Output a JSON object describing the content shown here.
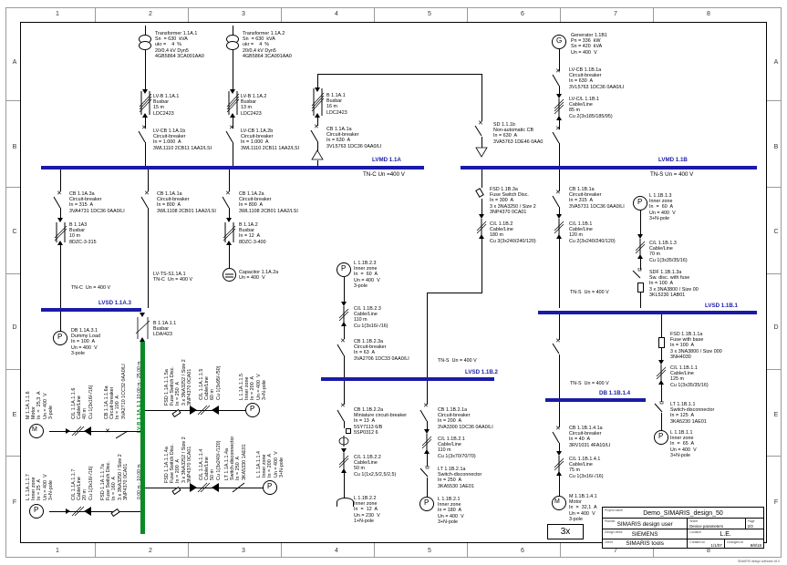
{
  "sheet": {
    "grid_columns": [
      "1",
      "2",
      "3",
      "4",
      "5",
      "6",
      "7",
      "8"
    ],
    "grid_rows": [
      "A",
      "B",
      "C",
      "D",
      "E",
      "F"
    ],
    "footnote": "SIMARIS design software v5.0"
  },
  "title_block": {
    "project_caption": "Project name",
    "project_value": "Demo_SIMARIS_design_50",
    "planner_caption": "Planner",
    "planner_value": "SIMARIS design user",
    "sheet_caption": "Sheet",
    "sheet_value": "Device parameters",
    "page_caption": "Page",
    "page_value": "2/3",
    "designoffice_caption": "Design office",
    "designoffice_value": "SIEMENS",
    "location_caption": "Location",
    "location_value": "L.E.",
    "client_caption": "Client",
    "client_value": "SIMARIS tools",
    "created_caption": "Created on",
    "created_value": "1/1/07",
    "changed_caption": "Changed on",
    "changed_value": "8/8/18",
    "multiplier": "3x"
  },
  "busbars": [
    {
      "name": "LVMD 1.1A",
      "system": "TN-C  Un =400 V",
      "color": "#1a1aa8"
    },
    {
      "name": "LVMD 1.1B",
      "system": "TN-S  Un = 400 V",
      "color": "#1a1aa8"
    },
    {
      "name": "LVSD 1.1A.3",
      "system": "",
      "color": "#1a1aa8"
    },
    {
      "name": "LVSD 1.1B.2",
      "system": "",
      "color": "#1a1aa8"
    },
    {
      "name": "LVSD 1.1B.1",
      "system": "",
      "color": "#1a1aa8"
    },
    {
      "name": "DB 1.1B.1.4",
      "system": "",
      "color": "#1a1aa8"
    },
    {
      "name": "LV-B 1.1A.1.1",
      "system": "",
      "color": "#0a8a27"
    }
  ],
  "system_labels": [
    {
      "text": "TN-C  Un = 400 V"
    },
    {
      "text": "LV-TS-S1.1A.1\nTN-C  Un = 400 V"
    },
    {
      "text": "TN-S  Un = 400 V"
    },
    {
      "text": "TN-S  Un = 400 V"
    },
    {
      "text": "TN-S  Un = 400 V"
    }
  ],
  "components": [
    {
      "id": "t1",
      "label": "Transformer 1.1A.1\nSn  = 630  kVA\nukr =    4  %\n20/0,4 kV Dyn5\n4GB5864 3CA001AA0"
    },
    {
      "id": "t2",
      "label": "Transformer 1.1A.2\nSn  = 630  kVA\nukr =    4  %\n20/0,4 kV Dyn5\n4GB5864 3CA001AA0"
    },
    {
      "id": "gen",
      "label": "Generator 1.1B1\nPn = 336  kW\nSn = 420  kVA\nUn = 400  V"
    },
    {
      "id": "lvb1",
      "label": "LV-B 1.1A.1\nBusbar\n15 m\nLDC2423"
    },
    {
      "id": "lvb2",
      "label": "LV-B 1.1A.2\nBusbar\n13 m\nLDC2423"
    },
    {
      "id": "b1a1",
      "label": "B 1.1A.1\nBusbar\n16 m\nLDC2423"
    },
    {
      "id": "cbgen",
      "label": "LV-CB 1.1B.1a\nCircuit-breaker\nIn = 630  A\n3VL5763 1DC36 0AA0/LI"
    },
    {
      "id": "lvcb1",
      "label": "LV-CB 1.1A.1b\nCircuit-breaker\nIn = 1.000  A\n3WL1110 2CB11 1AA2/LSI"
    },
    {
      "id": "lvcb2",
      "label": "LV-CB 1.1A.2b\nCircuit-breaker\nIn = 1.000  A\n3WL1110 2CB11 1AA2/LSI"
    },
    {
      "id": "cb1a1a",
      "label": "CB 1.1A.1a\nCircuit-breaker\nIn = 630  A\n3VL5763 1DC36 0AA0/LI"
    },
    {
      "id": "sd11b",
      "label": "SD 1.1.1b\nNon-automatic CB\nIn = 630  A\n3VA5763 1DE46 0AA0"
    },
    {
      "id": "cl11b1",
      "label": "LV-C/L 1.1B.1\nCable/Line\n85 m\nCu 2(3x185/185/95)"
    },
    {
      "id": "cb1a3a",
      "label": "CB 1.1A.3a\nCircuit-breaker\nIn = 315  A\n3VA4731 1DC36 0AA0/LI"
    },
    {
      "id": "cb1a1a2",
      "label": "CB 1.1A.1a\nCircuit-breaker\nIn = 800  A\n3WL1108 2CB01 1AA2/LSI"
    },
    {
      "id": "cb1a2a",
      "label": "CB 1.1A.2a\nCircuit-breaker\nIn = 800  A\n3WL1108 2CB01 1AA2/LSI"
    },
    {
      "id": "fsd1b3a",
      "label": "FSD 1.1B.3a\nFuse Switch Disc.\nIn = 300  A\n3 x 3NA3250 / Size 2\n3NP4370 0CA01"
    },
    {
      "id": "cb1b1a",
      "label": "CB 1.1B.1a\nCircuit-breaker\nIn = 315  A\n3VA5731 1DC36 0AA0/LI"
    },
    {
      "id": "l1b13",
      "label": "L 1.1B.1.3\nInner zone\nIn  =  60  A\nUn = 400  V\n3+N-pole"
    },
    {
      "id": "b1a3",
      "label": "B 1.1A3\nBusbar\n10 m\n8DZC-3-315"
    },
    {
      "id": "b1a2",
      "label": "B 1.1A.2\nBusbar\nIn = 12  A\n8DZC-3-400"
    },
    {
      "id": "cl1b2",
      "label": "C/L 1.1B.2\nCable/Line\n180 m\nCu 3(3x240/240/120)"
    },
    {
      "id": "cl1b1b",
      "label": "C/L 1.1B.1\nCable/Line\n120 m\nCu 2(3x240/240/120)"
    },
    {
      "id": "cl1b13",
      "label": "C/L 1.1B.1.3\nCable/Line\n70 m\nCu 1(3x35/35/16)"
    },
    {
      "id": "sdf1b13a",
      "label": "SDF 1.1B.1.3a\nSw. disc. with fuse\nIn = 100  A\n3 x 3NA3800 / Size 00\n3KL5230 1AB01"
    },
    {
      "id": "cap",
      "label": "Capacitor 1.1A.2a\nUn = 400  V"
    },
    {
      "id": "dummy",
      "label": "DB 1.1A.3.1\nDummy Load\nIn = 100  A\nUn = 400  V\n3-pole"
    },
    {
      "id": "b1a11",
      "label": "B 1.1A.1.1\nBusbar\nLDA/423"
    },
    {
      "id": "l1b23",
      "label": "L 1.1B.2.3\nInner zone\nIn  =  60  A\nUn = 400  V\n3-pole"
    },
    {
      "id": "cl1b23",
      "label": "C/L 1.1B.2.3\nCable/Line\n110 m\nCu 1(3x16/-/16)"
    },
    {
      "id": "cb1b23a",
      "label": "CB 1.1B.2.3a\nCircuit-breaker\nIn = 63  A\n3VA2706 1DC33 0AA0/LI"
    },
    {
      "id": "cb1b22a",
      "label": "CB 1.1B.2.2a\nMiniature circuit-breaker\nIn = 13  A\n5SY7113 6/B\n5SP0312 6"
    },
    {
      "id": "cl1b22",
      "label": "C/L 1.1B.2.2\nCable/Line\n50 m\nCu 1(1x2,5/2,5/2,5)"
    },
    {
      "id": "l1b22",
      "label": "L 1.1B.2.2\nInner zone\nIn  =  12  A\nUn = 230  V\n1+N-pole"
    },
    {
      "id": "cb1b21a",
      "label": "CB 1.1B.2.1a\nCircuit-breaker\nIn = 200  A\n3VA3300 1DC36 0AA0/LI"
    },
    {
      "id": "cl1b21",
      "label": "C/L 1.1B.2.1\nCable/Line\n110 m\nCu 1(3x70/70/70)"
    },
    {
      "id": "lt1b21a",
      "label": "LT 1.1B.2.1a\nSwitch-disconnector\nIn = 250  A\n3KA5530 1AE01"
    },
    {
      "id": "l1b21",
      "label": "L 1.1B.2.1\nInner zone\nIn = 180  A\nUn = 400  V\n3+N-pole"
    },
    {
      "id": "fsd1b11a",
      "label": "FSD 1.1B.1.1a\nFuse with base\nIn = 100  A\n3 x 3NA3800 / Size 000\n3NH4030"
    },
    {
      "id": "cl1b11",
      "label": "C/L 1.1B.1.1\nCable/Line\n125 m\nCu 1(3x35/35/16)"
    },
    {
      "id": "lt1b11a",
      "label": "LT 1.1B.1.1\nSwitch-disconnector\nIn = 125  A\n3KA5230 1AE01"
    },
    {
      "id": "l1b11",
      "label": "L 1.1B.1.1\nInner zone\nIn  =  65  A\nUn = 400  V\n3+N-pole"
    },
    {
      "id": "cb1b141a",
      "label": "CB 1.1B.1.4.1a\nCircuit-breaker\nIn = 40  A\n3RV1031 4FA10/LI"
    },
    {
      "id": "cl1b141",
      "label": "C/L 1.1B.1.4.1\nCable/Line\n75 m\nCu 1(3x16/-/16)"
    },
    {
      "id": "m1b141",
      "label": "M 1.1B.1.4.1\nMotor\nIn  =  32,1  A\nUn = 400  V\n3-pole"
    }
  ],
  "left_branch": [
    {
      "id": "m1a16",
      "label": "M 1.1A.1.1.6\nMotor\nIn  =  25,3  A\nUn = 400  V\n3-pole"
    },
    {
      "id": "cl1a16",
      "label": "C/L 1.1A.1.1.6\nCable/Line\n40 m\nCu 1(3x16/-/16)"
    },
    {
      "id": "cb1a16a",
      "label": "CB 1.1A.1.1.6a\nCircuit-breaker\nIn = 100  A\n3VA2710 1CC32 0AA0/LI"
    },
    {
      "id": "l1a17",
      "label": "L 1.1A.1.1.7\nInner zone\nIn = 25  A\nUn = 400  V\n3+N-pole"
    },
    {
      "id": "cl1a17",
      "label": "C/L 1.1A.1.1.7\nCable/Line\n20 m\nCu 1(3x16/-/16)"
    },
    {
      "id": "fsd1a17a",
      "label": "FSD 1.1A.1.1.7a\nFuse Switch Disc.\nIn = 160  A\n3 x 3NA3250 / Size 2\n3NP4370 0CA01"
    },
    {
      "id": "fsd1a15a",
      "label": "FSD 1.1A.1.1.5a\nFuse Switch Disc.\nIn = 250  A\n3 x 3NA3252 / Size 2\n3NP4370 0CA01"
    },
    {
      "id": "cl1a15",
      "label": "C/L 1.1A.1.1.5\nCable/Line\n60 m\nCu 1(3x95/-/50)"
    },
    {
      "id": "l1a15",
      "label": "L 1.1A.1.1.5\nInner zone\nIn = 200  A\nUn = 400  V\n3+N-pole"
    },
    {
      "id": "fsd1a14a",
      "label": "FSD 1.1A.1.1.4a\nFuse Switch Disc.\nIn = 200  A\n3 x 3NA3252 / Size 2\n3NP4370 0CA01"
    },
    {
      "id": "cl1a14",
      "label": "C/L 1.1A.1.1.4\nCable/Line\n50 m\nCu 1(3x240/-/120)"
    },
    {
      "id": "lt1a14a",
      "label": "LT 1.1A.1.1.4a\nSwitch-disconnector\nIn = 250  A\n3KA5330 1AE01"
    },
    {
      "id": "l1a14",
      "label": "L 1.1A.1.1.4\nInner zone\nIn = 200  A\nUn = 400  V\n3+N-pole"
    },
    {
      "id": "bus11a",
      "label": "10,00 m - 25,00 m"
    },
    {
      "id": "bus11b",
      "label": "0,00 m - 10,00 m"
    }
  ]
}
